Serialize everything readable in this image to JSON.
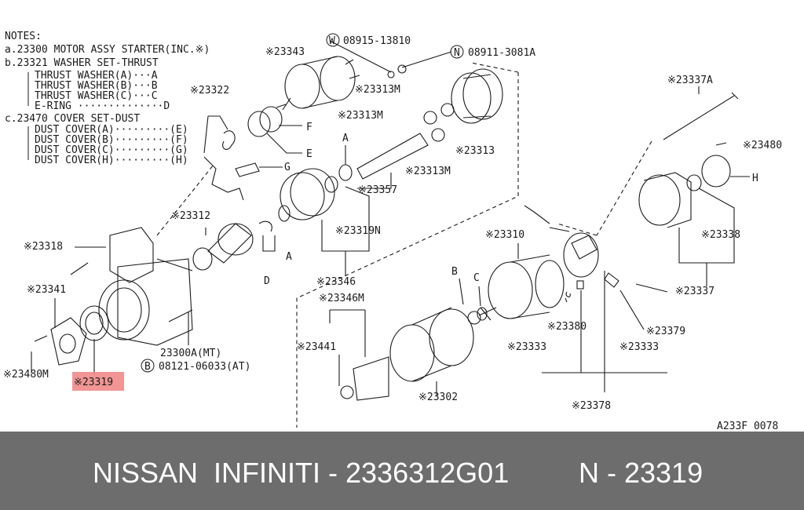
{
  "notes": {
    "header": "NOTES:",
    "lines": [
      "a.23300 MOTOR ASSY STARTER(INC.※)",
      "b.23321 WASHER SET-THRUST",
      "THRUST WASHER(A)···A",
      "THRUST WASHER(B)···B",
      "THRUST WASHER(C)···C",
      "E-RING ··············D",
      "c.23470 COVER SET-DUST",
      "DUST COVER(A)·········(E)",
      "DUST COVER(B)·········(F)",
      "DUST COVER(C)·········(G)",
      "DUST COVER(H)·········(H)"
    ]
  },
  "labels": {
    "w_symbol": "W",
    "w_part": "08915-13810",
    "n_symbol": "N",
    "n_part": "08911-3081A",
    "p23343": "※23343",
    "p23322": "※23322",
    "p23313m_1": "※23313M",
    "p23313m_2": "※23313M",
    "p23313m_3": "※23313M",
    "p23313": "※23313",
    "p23357": "※23357",
    "p23319n": "※23319N",
    "p23346": "※23346",
    "p23312": "※23312",
    "p23318": "※23318",
    "p23341": "※23341",
    "p23480m": "※23480M",
    "p23319": "※23319",
    "p23300a": "23300A(MT)",
    "b_symbol": "B",
    "b_part": "08121-06033(AT)",
    "p23346m": "※23346M",
    "p23441": "※23441",
    "p23302": "※23302",
    "p23310": "※23310",
    "p23380": "※23380",
    "p23333_1": "※23333",
    "p23333_2": "※23333",
    "p23379": "※23379",
    "p23378": "※23378",
    "p23337a": "※23337A",
    "p23480": "※23480",
    "p23338": "※23338",
    "p23337": "※23337",
    "letter_f": "F",
    "letter_e": "E",
    "letter_g": "G",
    "letter_a1": "A",
    "letter_a2": "A",
    "letter_d": "D",
    "letter_b": "B",
    "letter_c": "C",
    "letter_h": "H",
    "drawing_code": "A233F 0078"
  },
  "footer": {
    "brand": "NISSAN  INFINITI - 2336312G01",
    "code": "N - 23319"
  },
  "colors": {
    "highlight": "#f08a8a",
    "footer_bg": "#6d6d6d",
    "line": "#1a1a1a"
  }
}
